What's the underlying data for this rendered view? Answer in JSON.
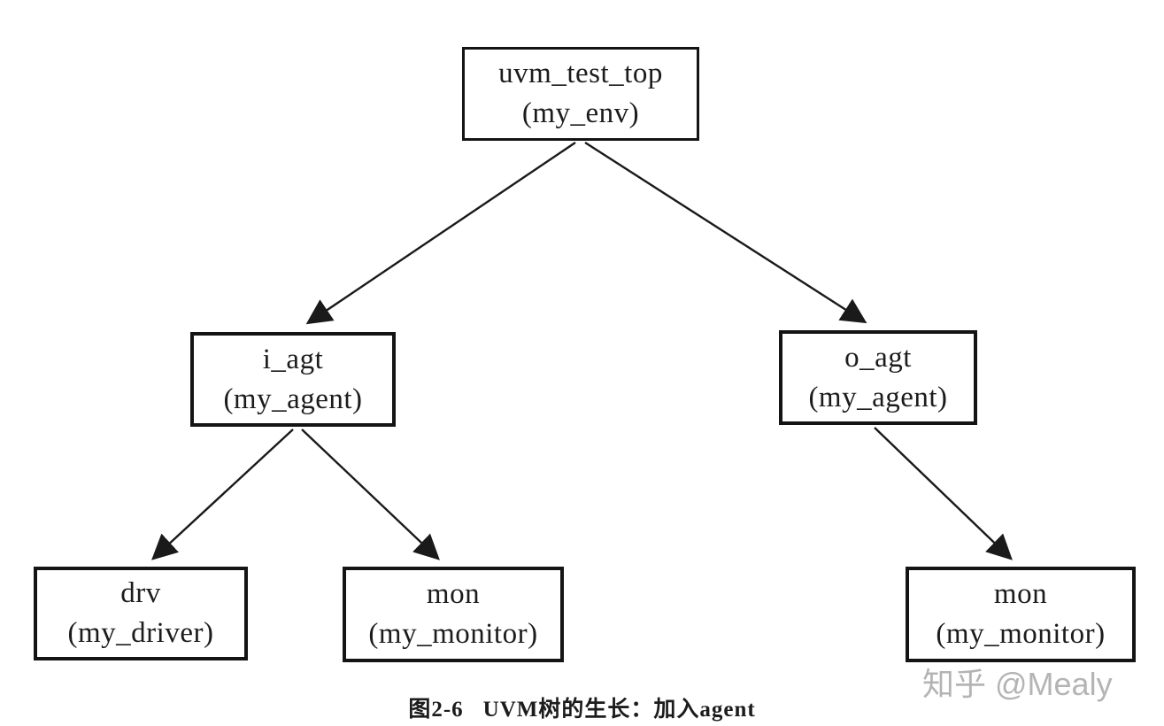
{
  "diagram": {
    "title_semantic": "UVM component tree after adding agents",
    "nodes": {
      "root": {
        "name": "uvm_test_top",
        "class": "(my_env)"
      },
      "i_agt": {
        "name": "i_agt",
        "class": "(my_agent)"
      },
      "o_agt": {
        "name": "o_agt",
        "class": "(my_agent)"
      },
      "drv": {
        "name": "drv",
        "class": "(my_driver)"
      },
      "mon_i": {
        "name": "mon",
        "class": "(my_monitor)"
      },
      "mon_o": {
        "name": "mon",
        "class": "(my_monitor)"
      }
    },
    "edges": [
      {
        "from": "uvm_test_top",
        "to": "i_agt"
      },
      {
        "from": "uvm_test_top",
        "to": "o_agt"
      },
      {
        "from": "i_agt",
        "to": "drv"
      },
      {
        "from": "i_agt",
        "to": "mon (my_monitor, input side)"
      },
      {
        "from": "o_agt",
        "to": "mon (my_monitor, output side)"
      }
    ],
    "caption": {
      "figure_label": "图2-6",
      "figure_text": "UVM树的生长：加入agent"
    },
    "watermark": "知乎 @Mealy",
    "colors": {
      "background": "#ffffff",
      "box_border": "#141414",
      "text": "#1c1c1c",
      "edge_line": "#1a1a1a",
      "watermark": "#b4b4b4"
    }
  }
}
